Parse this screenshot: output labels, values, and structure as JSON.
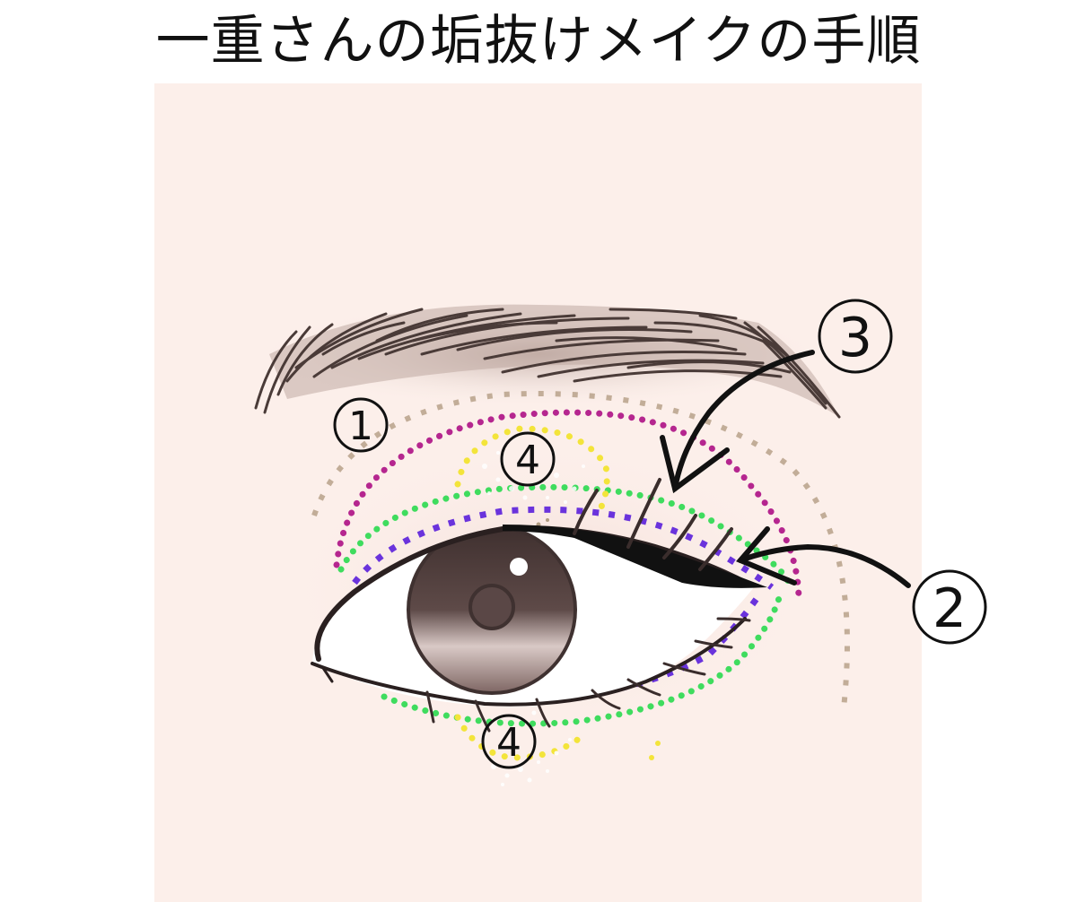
{
  "title": "一重さんの垢抜けメイクの手順",
  "colors": {
    "panel_bg": "#fcefea",
    "eyebrow": "#4a3b38",
    "eyebrow_shadow": "#c7b4ad",
    "step1_tan": "#c2ad98",
    "step_magenta": "#b5268f",
    "step_green": "#3fdc5e",
    "step_purple": "#6a33dc",
    "step_yellow": "#f3e43a",
    "iris_dark": "#4d3c3b",
    "iris_light": "#d8c6c3",
    "line": "#111111"
  },
  "steps": [
    {
      "id": "1",
      "label": "1",
      "name": "step-1-marker"
    },
    {
      "id": "2",
      "label": "2",
      "name": "step-2-marker"
    },
    {
      "id": "3",
      "label": "3",
      "name": "step-3-marker"
    },
    {
      "id": "4a",
      "label": "4",
      "name": "step-4-upper-marker"
    },
    {
      "id": "4b",
      "label": "4",
      "name": "step-4-lower-marker"
    }
  ]
}
